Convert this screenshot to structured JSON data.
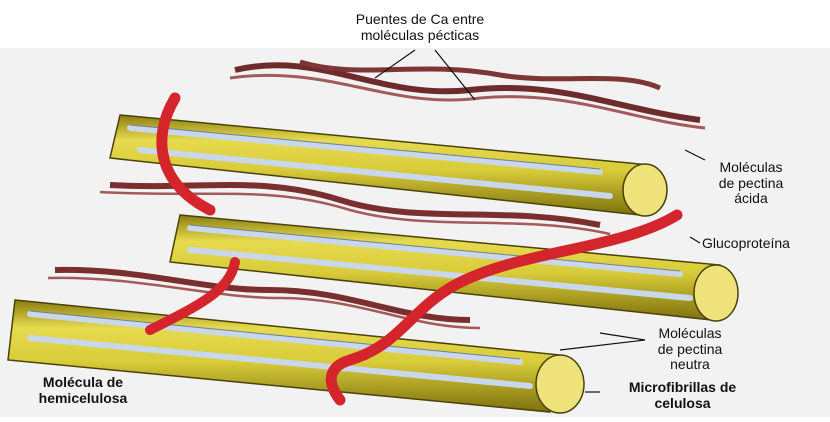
{
  "labels": {
    "calcium_bridges": "Puentes de Ca entre\nmoléculas pécticas",
    "acidic_pectin": "Moléculas\nde pectina\nácida",
    "glycoprotein": "Glucoproteína",
    "neutral_pectin": "Moléculas\nde pectina\nneutra",
    "hemicellulose": "Molécula de\nhemicelulosa",
    "cellulose_microfibrils": "Microfibrillas de\ncelulosa"
  },
  "colors": {
    "microfibril": "#d9cc3a",
    "microfibril_shade": "#9e8f16",
    "hemicellulose": "#c9d7ea",
    "pectin": "#8a3a3a",
    "glycoprotein": "#d4252d",
    "label_text": "#111111"
  }
}
